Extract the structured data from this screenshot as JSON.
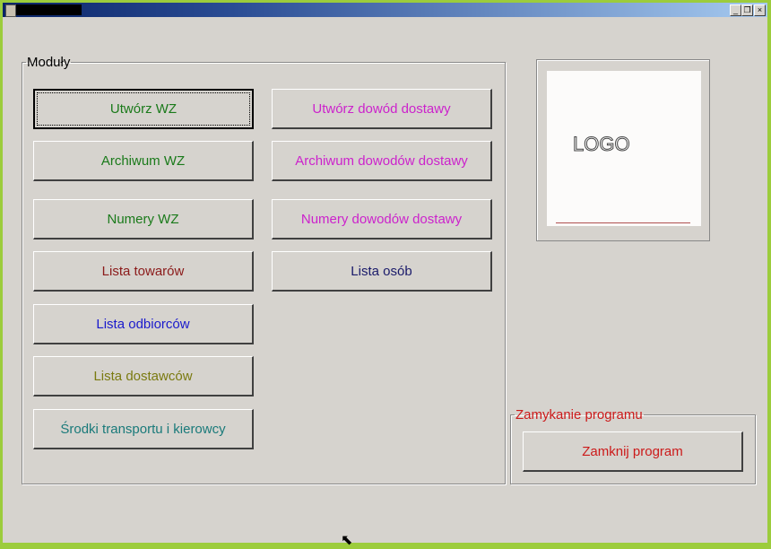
{
  "titlebar": {
    "minimize": "_",
    "restore": "❐",
    "close": "×"
  },
  "modules": {
    "legend": "Moduły",
    "buttons": [
      {
        "label": "Utwórz WZ",
        "color": "#1a7a1a"
      },
      {
        "label": "Archiwum WZ",
        "color": "#1a7a1a"
      },
      {
        "label": "Numery WZ",
        "color": "#1a7a1a"
      },
      {
        "label": "Lista towarów",
        "color": "#8b1a1a"
      },
      {
        "label": "Lista odbiorców",
        "color": "#1a1acc"
      },
      {
        "label": "Lista dostawców",
        "color": "#7a7a10"
      },
      {
        "label": "Środki transportu i kierowcy",
        "color": "#1a7a7a"
      },
      {
        "label": "Utwórz dowód dostawy",
        "color": "#cc22cc"
      },
      {
        "label": "Archiwum dowodów dostawy",
        "color": "#cc22cc"
      },
      {
        "label": "Numery dowodów dostawy",
        "color": "#cc22cc"
      },
      {
        "label": "Lista osób",
        "color": "#1a1a6a"
      }
    ]
  },
  "logo": {
    "text": "LOGO"
  },
  "closing": {
    "legend": "Zamykanie programu",
    "button": "Zamknij program",
    "color": "#cc1a1a"
  }
}
